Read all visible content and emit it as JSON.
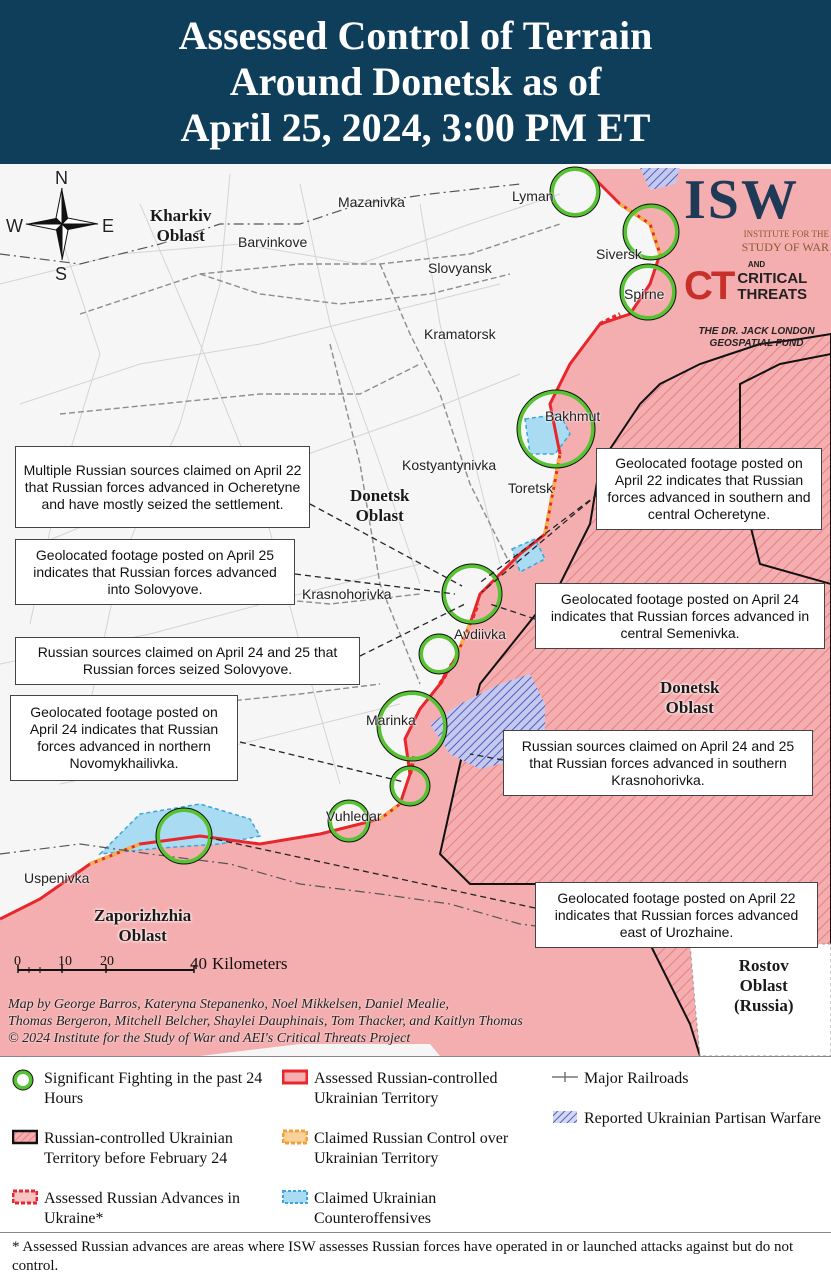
{
  "header": {
    "title_line1": "Assessed Control of Terrain",
    "title_line2": "Around Donetsk as of",
    "title_line3": "April 25, 2024, 3:00 PM ET"
  },
  "compass": {
    "n": "N",
    "s": "S",
    "e": "E",
    "w": "W"
  },
  "logos": {
    "isw": "ISW",
    "isw_sub1": "INSTITUTE FOR THE",
    "isw_sub2": "STUDY OF WAR",
    "and": "AND",
    "ct": "CT",
    "ct_line1": "CRITICAL",
    "ct_line2": "THREATS",
    "fund_line1": "THE DR. JACK LONDON",
    "fund_line2": "GEOSPATIAL FUND"
  },
  "places": {
    "mazanivka": "Mazanivka",
    "lyman": "Lyman",
    "barvinkove": "Barvinkove",
    "siversk": "Siversk",
    "slovyansk": "Slovyansk",
    "spirne": "Spirne",
    "kramatorsk": "Kramatorsk",
    "bakhmut": "Bakhmut",
    "kostyantynivka": "Kostyantynivka",
    "toretsk": "Toretsk",
    "krasnohorivka": "Krasnohorivka",
    "avdiivka": "Avdiivka",
    "marinka": "Marinka",
    "vuhledar": "Vuhledar",
    "uspenivka": "Uspenivka"
  },
  "oblasts": {
    "kharkiv_1": "Kharkiv",
    "kharkiv_2": "Oblast",
    "donetsk_w1": "Donetsk",
    "donetsk_w2": "Oblast",
    "donetsk_e1": "Donetsk",
    "donetsk_e2": "Oblast",
    "zap_1": "Zaporizhzhia",
    "zap_2": "Oblast",
    "rostov_1": "Rostov",
    "rostov_2": "Oblast",
    "rostov_3": "(Russia)"
  },
  "callouts": {
    "c1": "Multiple Russian sources claimed on April 22 that Russian forces advanced in Ocheretyne and have mostly seized the settlement.",
    "c2": "Geolocated footage posted on April 25 indicates that Russian forces advanced into Solovyove.",
    "c3": "Russian sources claimed on April 24 and 25 that Russian forces seized Solovyove.",
    "c4": "Geolocated footage posted on April 24 indicates that Russian forces advanced in northern Novomykhailivka.",
    "c5": "Geolocated footage posted on April 22 indicates that Russian forces advanced in southern and central Ocheretyne.",
    "c6": "Geolocated footage posted on April 24 indicates that Russian forces advanced in central Semenivka.",
    "c7": "Russian sources claimed on April 24 and 25 that Russian forces advanced in southern Krasnohorivka.",
    "c8": "Geolocated footage posted on April 22 indicates that Russian forces advanced east of Urozhaine."
  },
  "scale": {
    "n0": "0",
    "n10": "10",
    "n20": "20",
    "n40": "40",
    "unit": "Kilometers"
  },
  "credits": {
    "line1": "Map by George Barros, Kateryna Stepanenko, Noel Mikkelsen, Daniel Mealie,",
    "line2": "Thomas Bergeron, Mitchell Belcher, Shaylei Dauphinais, Tom Thacker, and Kaitlyn Thomas",
    "line3": "© 2024 Institute for the Study of War and AEI's Critical Threats Project"
  },
  "legend": {
    "fighting": "Significant Fighting in the past 24 Hours",
    "assessed_ru": "Assessed Russian-controlled Ukrainian Territory",
    "railroads": "Major Railroads",
    "partisan": "Reported Ukrainian Partisan Warfare",
    "pre_feb24": "Russian-controlled Ukrainian Territory before February 24",
    "claimed_ru": "Claimed Russian Control over Ukrainian Territory",
    "advances": "Assessed Russian Advances in Ukraine*",
    "claimed_ua": "Claimed Ukrainian Counteroffensives"
  },
  "footnote": "* Assessed Russian advances are areas where ISW assesses Russian forces have operated in or launched attacks against but do not control.",
  "colors": {
    "header_bg": "#0f3e5a",
    "russian_fill": "#f4aeb0",
    "front_line": "#e8262b",
    "fighting_ring": "#57c232",
    "claimed_ua": "#9fd6ef",
    "claimed_ru": "#f2b14e",
    "partisan": "#5a67c4"
  }
}
